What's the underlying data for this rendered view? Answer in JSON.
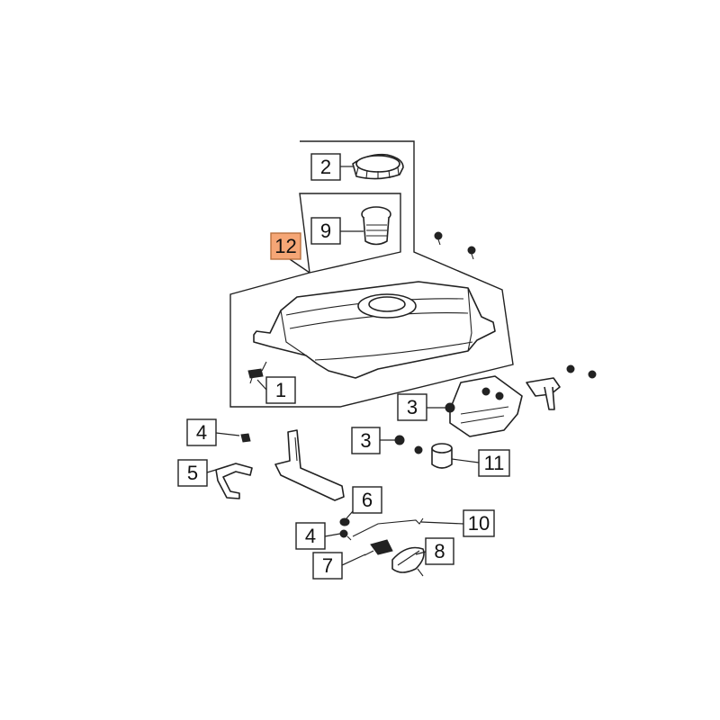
{
  "callouts": [
    {
      "id": "c1",
      "label": "1"
    },
    {
      "id": "c2",
      "label": "2"
    },
    {
      "id": "c3a",
      "label": "3"
    },
    {
      "id": "c3b",
      "label": "3"
    },
    {
      "id": "c4a",
      "label": "4"
    },
    {
      "id": "c4b",
      "label": "4"
    },
    {
      "id": "c5",
      "label": "5"
    },
    {
      "id": "c6",
      "label": "6"
    },
    {
      "id": "c7",
      "label": "7"
    },
    {
      "id": "c8",
      "label": "8"
    },
    {
      "id": "c9",
      "label": "9"
    },
    {
      "id": "c10",
      "label": "10"
    },
    {
      "id": "c11",
      "label": "11"
    },
    {
      "id": "c12",
      "label": "12",
      "highlighted": true
    }
  ],
  "colors": {
    "highlight_fill": "#f5a676",
    "line": "#222222",
    "background": "#ffffff"
  }
}
